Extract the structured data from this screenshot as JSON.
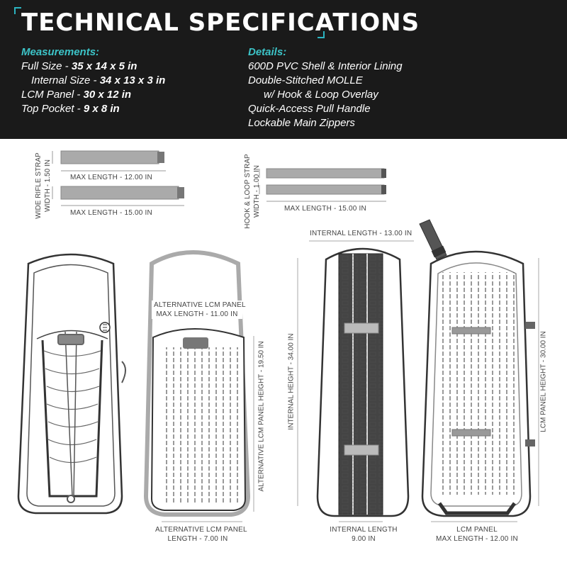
{
  "header": {
    "title": "Technical Specifications",
    "accent_color": "#2bb3c0",
    "background_color": "#1a1a1a"
  },
  "measurements": {
    "heading": "Measurements:",
    "items": [
      {
        "label": "Full Size - ",
        "value": "35 x 14 x 5 in"
      },
      {
        "label": "Internal Size - ",
        "value": "34 x 13 x 3 in"
      },
      {
        "label": "LCM Panel - ",
        "value": "30 x 12 in"
      },
      {
        "label": "Top Pocket - ",
        "value": "9 x 8 in"
      }
    ]
  },
  "details": {
    "heading": "Details:",
    "items": [
      "600D PVC Shell & Interior Lining",
      "Double-Stitched MOLLE",
      "w/ Hook & Loop Overlay",
      "Quick-Access Pull Handle",
      "Lockable Main Zippers"
    ]
  },
  "diagram": {
    "wide_strap_side": "Wide Rifle Strap",
    "wide_strap_width": "Width - 1.50 in",
    "wide_strap_len1": "Max Length - 12.00 in",
    "wide_strap_len2": "Max Length - 15.00 in",
    "hook_strap_side": "Hook & Loop Strap",
    "hook_strap_width": "Width - 1.00 in",
    "hook_strap_len": "Max Length - 15.00 in",
    "alt_panel_title": "Alternative LCM Panel",
    "alt_panel_maxlen": "Max Length - 11.00 in",
    "alt_panel_height": "Alternative LCM Panel Height - 19.50 in",
    "alt_panel_length_title": "Alternative LCM Panel",
    "alt_panel_length": "Length - 7.00 in",
    "internal_length_top": "Internal Length - 13.00 in",
    "internal_height": "Internal Height - 34.00 in",
    "internal_length_bottom_title": "Internal Length",
    "internal_length_bottom": "9.00 in",
    "lcm_panel_height": "LCM Panel Height - 30.00 in",
    "lcm_panel_title": "LCM Panel",
    "lcm_panel_maxlen": "Max Length - 12.00 in"
  }
}
